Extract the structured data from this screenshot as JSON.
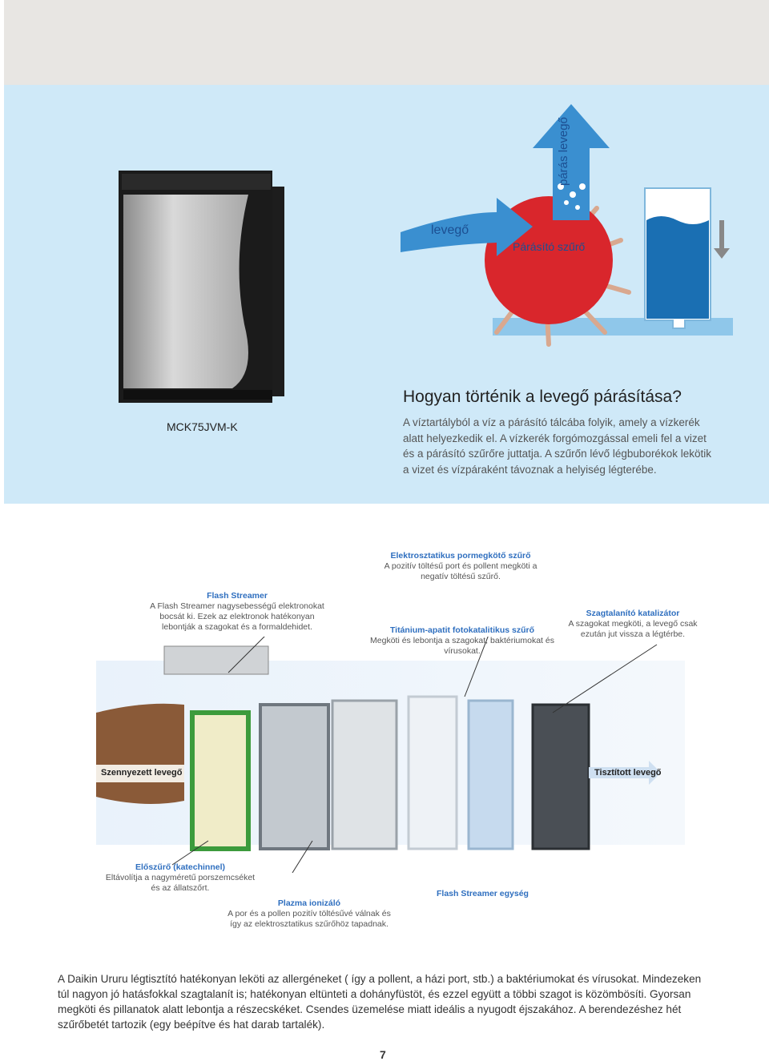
{
  "product": {
    "model": "MCK75JVM-K"
  },
  "humidify": {
    "title": "Hogyan történik a levegő párásítása?",
    "paragraph": "A víztartályból a víz a párásító tálcába folyik, amely a vízkerék alatt helyezkedik el. A vízkerék forgómozgással emeli fel a vizet és a párásító szűrőre juttatja. A szűrőn lévő légbuborékok lekötik a vizet és vízpáraként távoznak a helyiség légterébe.",
    "labels": {
      "air_in": "levegő",
      "filter": "Párásító szűrő",
      "humid_out": "párás levegő"
    }
  },
  "filters": {
    "electrostatic": {
      "title": "Elektrosztatikus pormegkötő szűrő",
      "text": "A pozitív töltésű port és pollent megköti a negatív töltésű szűrő."
    },
    "flash_streamer": {
      "title": "Flash Streamer",
      "text": "A Flash Streamer nagysebességű elektronokat bocsát ki. Ezek az elektronok hatékonyan lebontják a szagokat és a formaldehidet."
    },
    "titanium": {
      "title": "Titánium-apatit fotokatalitikus szűrő",
      "text": "Megköti és lebontja a szagokat, baktériumokat és vírusokat."
    },
    "catalyst": {
      "title": "Szagtalanító katalizátor",
      "text": "A szagokat megköti, a levegő csak ezután jut vissza a légtérbe."
    },
    "prefilter": {
      "title": "Előszűrő (katechinnel)",
      "text": "Eltávolítja a nagyméretű porszemcséket és az állatszőrt."
    },
    "plasma": {
      "title": "Plazma ionizáló",
      "text": "A por és a pollen pozitív töltésűvé válnak és így az elektrosztatikus szűrőhöz tapadnak."
    },
    "flash_unit": {
      "title": "Flash Streamer egység"
    }
  },
  "flow": {
    "in": "Szennyezett levegő",
    "out": "Tisztított levegő"
  },
  "bottom_text": "A Daikin Ururu légtisztító hatékonyan leköti az allergéneket ( így a pollent, a házi port, stb.) a baktériumokat és vírusokat. Mindezeken túl nagyon jó hatásfokkal szagtalanít is; hatékonyan eltünteti a dohányfüstöt, és ezzel együtt a többi szagot is közömbösíti. Gyorsan megköti és pillanatok alatt lebontja a részecskéket. Csendes üzemelése miatt ideális a nyugodt éjszakához. A berendezéshez hét szűrőbetét tartozik (egy beépítve és hat darab tartalék).",
  "page_number": "7",
  "colors": {
    "accent_blue": "#2f6fbf",
    "wheel_red": "#d9262c",
    "panel_blue": "#cfe9f8",
    "arrow_blue": "#3a8fd0"
  }
}
